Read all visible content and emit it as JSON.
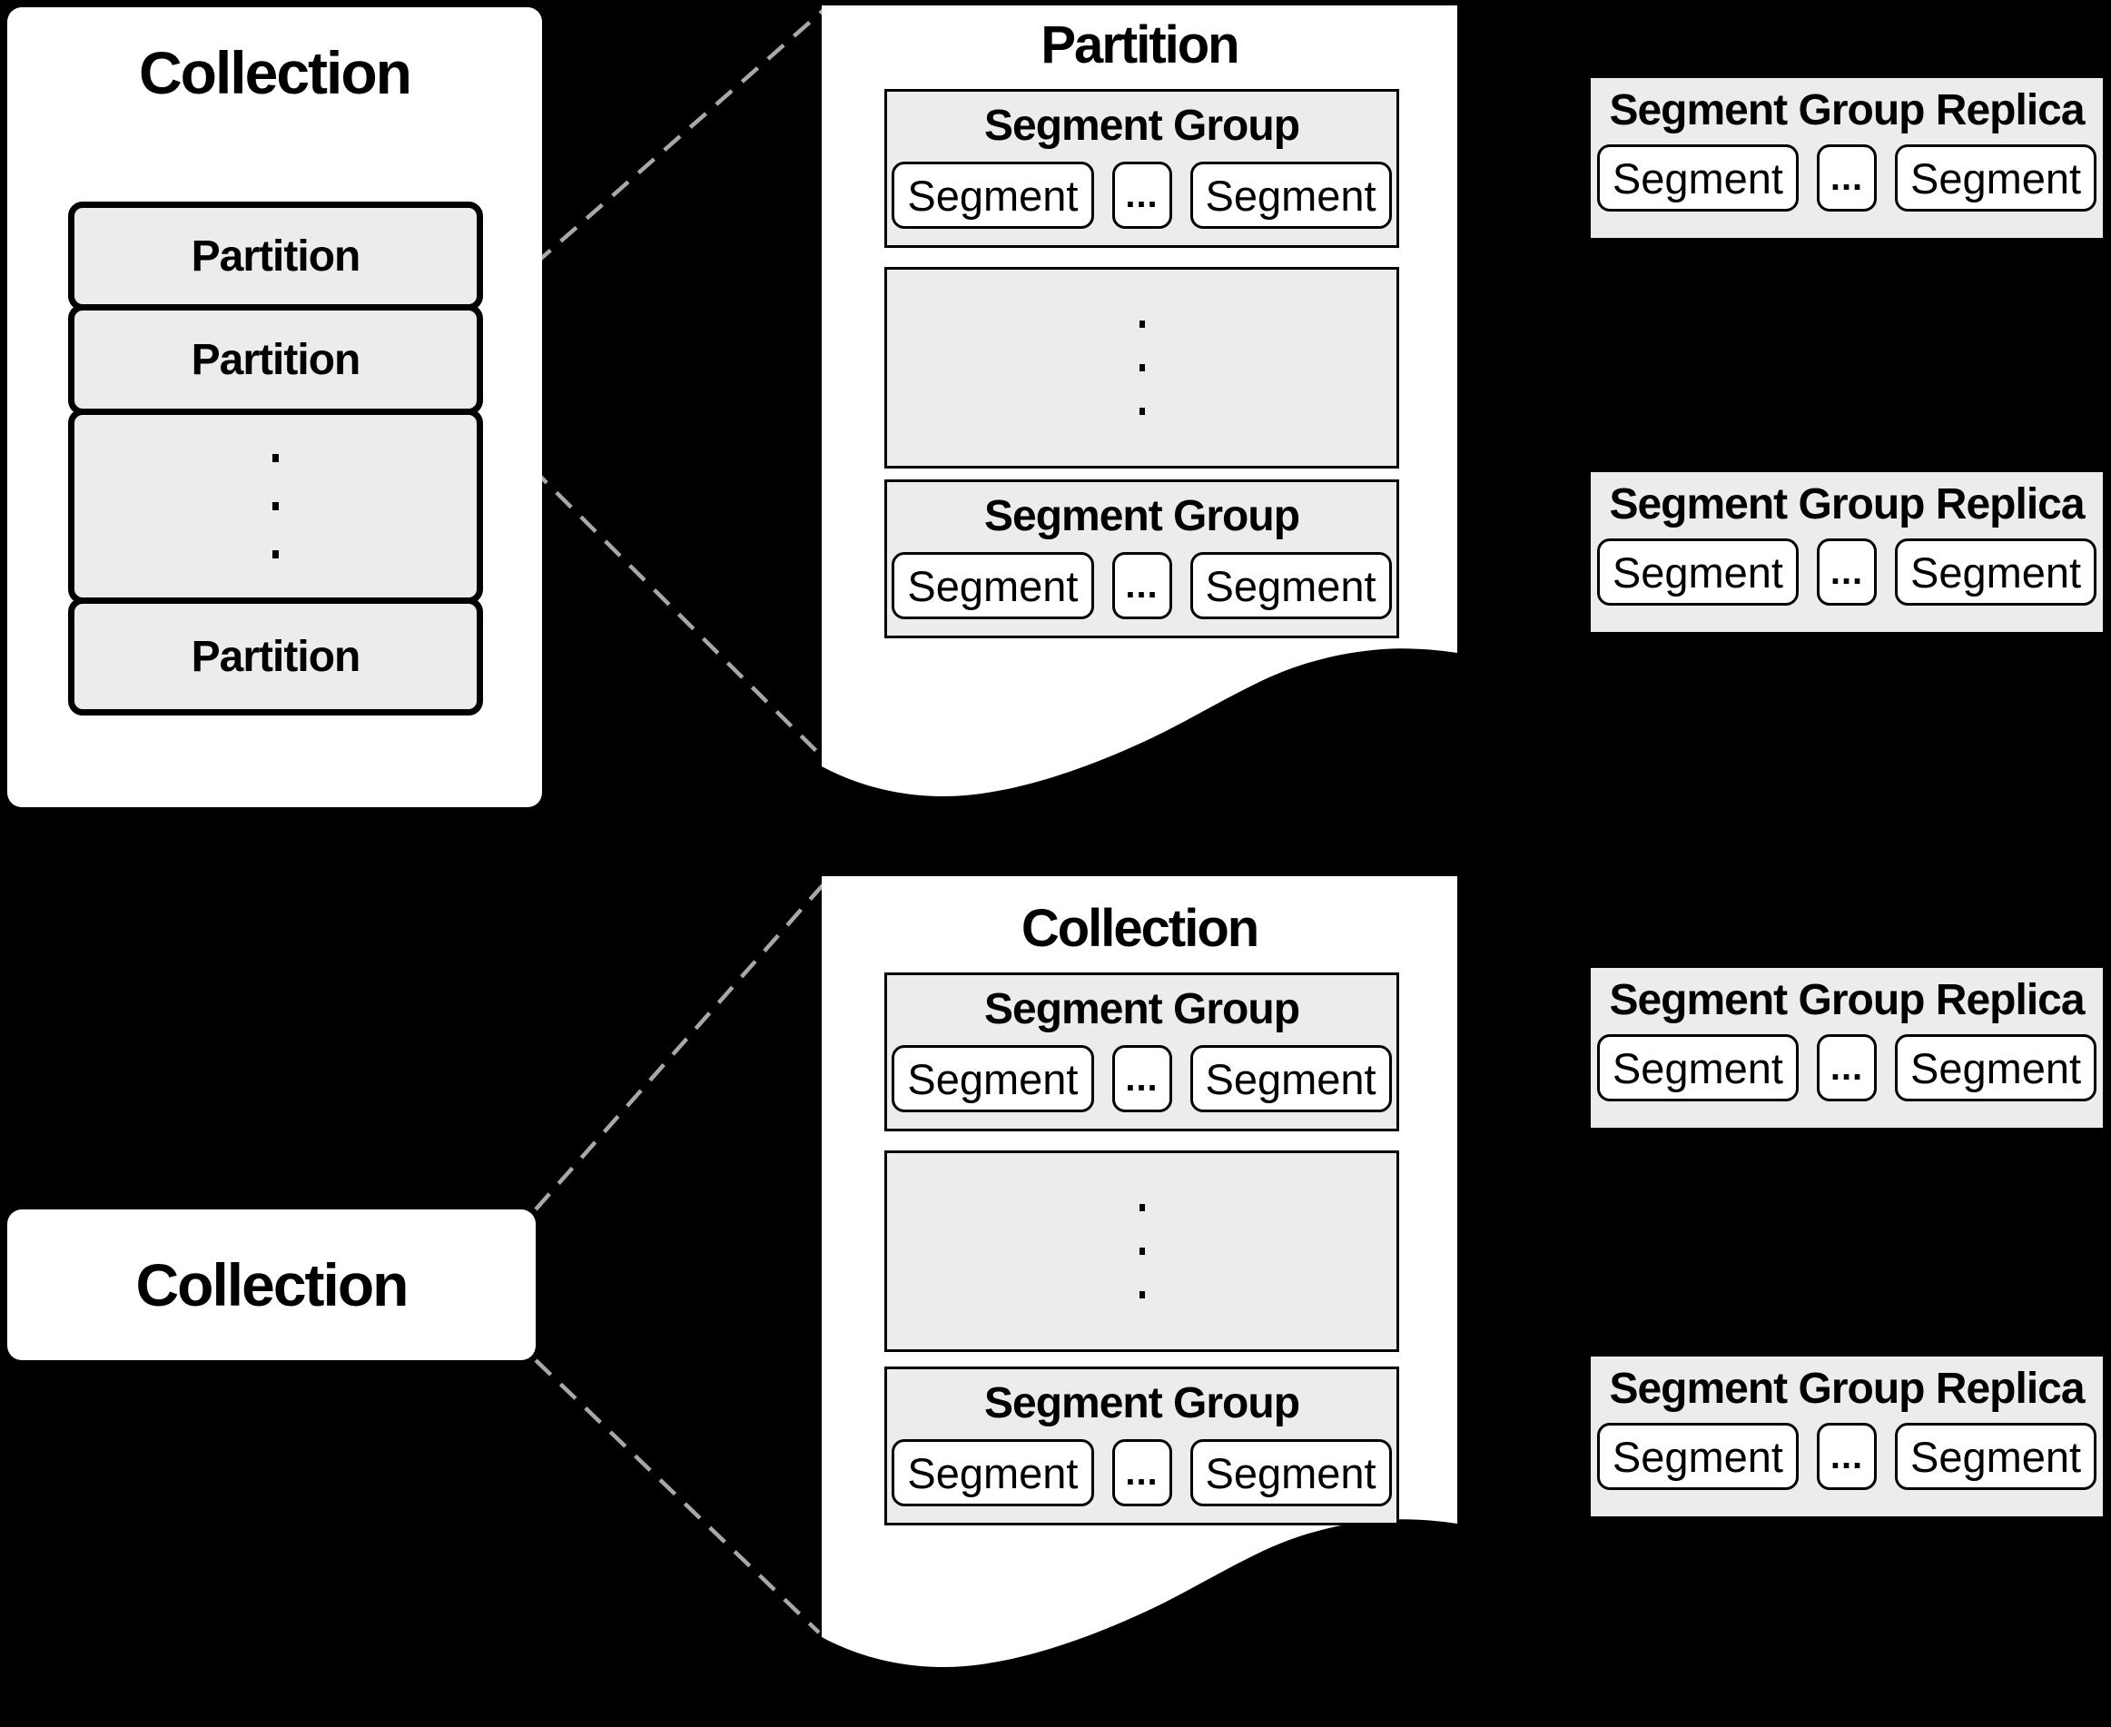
{
  "colors": {
    "background": "#000000",
    "panel_fill": "#ffffff",
    "box_fill": "#ececec",
    "stroke": "#000000",
    "dashed_line": "#a8a8a8"
  },
  "icons": {
    "vertical_ellipsis": "vertical-dots-icon"
  },
  "top_left_panel": {
    "title": "Collection",
    "partition_labels": [
      "Partition",
      "Partition",
      "Partition"
    ]
  },
  "partition_detail_panel": {
    "title": "Partition",
    "segment_groups": [
      {
        "label": "Segment Group",
        "segment_left": "Segment",
        "ellipsis": "...",
        "segment_right": "Segment"
      },
      {
        "label": "Segment Group",
        "segment_left": "Segment",
        "ellipsis": "...",
        "segment_right": "Segment"
      }
    ]
  },
  "collection_box": {
    "label": "Collection"
  },
  "collection_detail_panel": {
    "title": "Collection",
    "segment_groups": [
      {
        "label": "Segment Group",
        "segment_left": "Segment",
        "ellipsis": "...",
        "segment_right": "Segment"
      },
      {
        "label": "Segment Group",
        "segment_left": "Segment",
        "ellipsis": "...",
        "segment_right": "Segment"
      }
    ]
  },
  "segment_group_replicas": [
    {
      "label": "Segment Group Replica",
      "segment_left": "Segment",
      "ellipsis": "...",
      "segment_right": "Segment"
    },
    {
      "label": "Segment Group Replica",
      "segment_left": "Segment",
      "ellipsis": "...",
      "segment_right": "Segment"
    },
    {
      "label": "Segment Group Replica",
      "segment_left": "Segment",
      "ellipsis": "...",
      "segment_right": "Segment"
    },
    {
      "label": "Segment Group Replica",
      "segment_left": "Segment",
      "ellipsis": "...",
      "segment_right": "Segment"
    }
  ]
}
